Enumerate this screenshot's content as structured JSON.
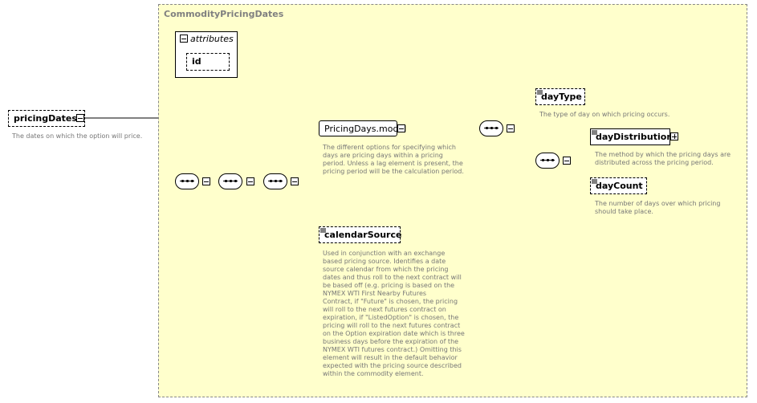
{
  "type_name": "CommodityPricingDates",
  "root": {
    "name": "pricingDates",
    "doc": "The dates on which the option will price."
  },
  "attributes": {
    "label": "attributes",
    "items": [
      "id"
    ]
  },
  "model_group": {
    "name": "PricingDays.model",
    "doc": [
      "The different options for specifying which",
      "days are pricing days within a pricing",
      "period. Unless a lag element is present, the",
      "pricing period will be the calculation period."
    ]
  },
  "elements": {
    "dayType": {
      "name": "dayType",
      "doc": [
        "The type of day on which pricing occurs."
      ]
    },
    "dayDistribution": {
      "name": "dayDistribution",
      "doc": [
        "The method by which the pricing days are",
        "distributed across the pricing period."
      ]
    },
    "dayCount": {
      "name": "dayCount",
      "doc": [
        "The number of days over which pricing",
        "should take place."
      ]
    },
    "calendarSource": {
      "name": "calendarSource",
      "doc": [
        "Used in conjunction with an exchange",
        "based pricing source. Identifies a date",
        "source calendar from which the pricing",
        "dates and thus roll to the next contract will",
        "be based off (e.g. pricing is based on the",
        "NYMEX WTI First Nearby Futures",
        "Contract, if \"Future\" is chosen, the pricing",
        "will roll to the next futures contract on",
        "expiration, if \"ListedOption\" is chosen, the",
        "pricing will roll to the next futures contract",
        "on the Option expiration date which is three",
        "business days before the expiration of the",
        "NYMEX WTI futures contract.) Omitting this",
        "element will result in the default behavior",
        "expected with the pricing source described",
        "within the commodity element."
      ]
    }
  }
}
